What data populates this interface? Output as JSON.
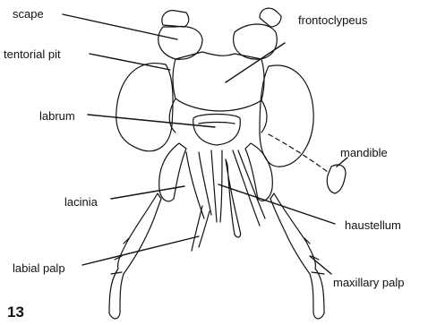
{
  "figure": {
    "number": "13",
    "labels": {
      "scape": "scape",
      "frontoclypeus": "frontoclypeus",
      "tentorial_pit": "tentorial pit",
      "labrum": "labrum",
      "mandible": "mandible",
      "lacinia": "lacinia",
      "haustellum": "haustellum",
      "labial_palp": "labial palp",
      "maxillary_palp": "maxillary palp"
    },
    "colors": {
      "ink": "#111111",
      "background": "#ffffff"
    }
  }
}
